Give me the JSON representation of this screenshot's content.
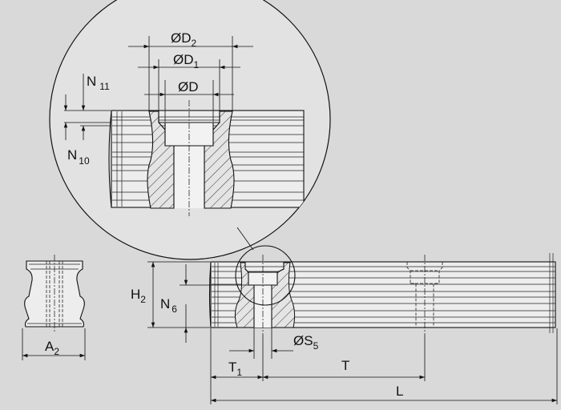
{
  "dimensions": {
    "D2": {
      "prefix": "ØD",
      "sub": "2"
    },
    "D1": {
      "prefix": "ØD",
      "sub": "1"
    },
    "D": {
      "prefix": "ØD",
      "sub": ""
    },
    "N11": {
      "prefix": "N",
      "sub": "11"
    },
    "N10": {
      "prefix": "N",
      "sub": "10"
    },
    "H2": {
      "prefix": "H",
      "sub": "2"
    },
    "N6": {
      "prefix": "N",
      "sub": "6"
    },
    "A2": {
      "prefix": "A",
      "sub": "2"
    },
    "S5": {
      "prefix": "ØS",
      "sub": "5"
    },
    "T1": {
      "prefix": "T",
      "sub": "1"
    },
    "T": {
      "prefix": "T",
      "sub": ""
    },
    "L": {
      "prefix": "L",
      "sub": ""
    }
  },
  "colors": {
    "background": "#d9d9d9",
    "part_fill": "#ededed",
    "line": "#111111"
  }
}
